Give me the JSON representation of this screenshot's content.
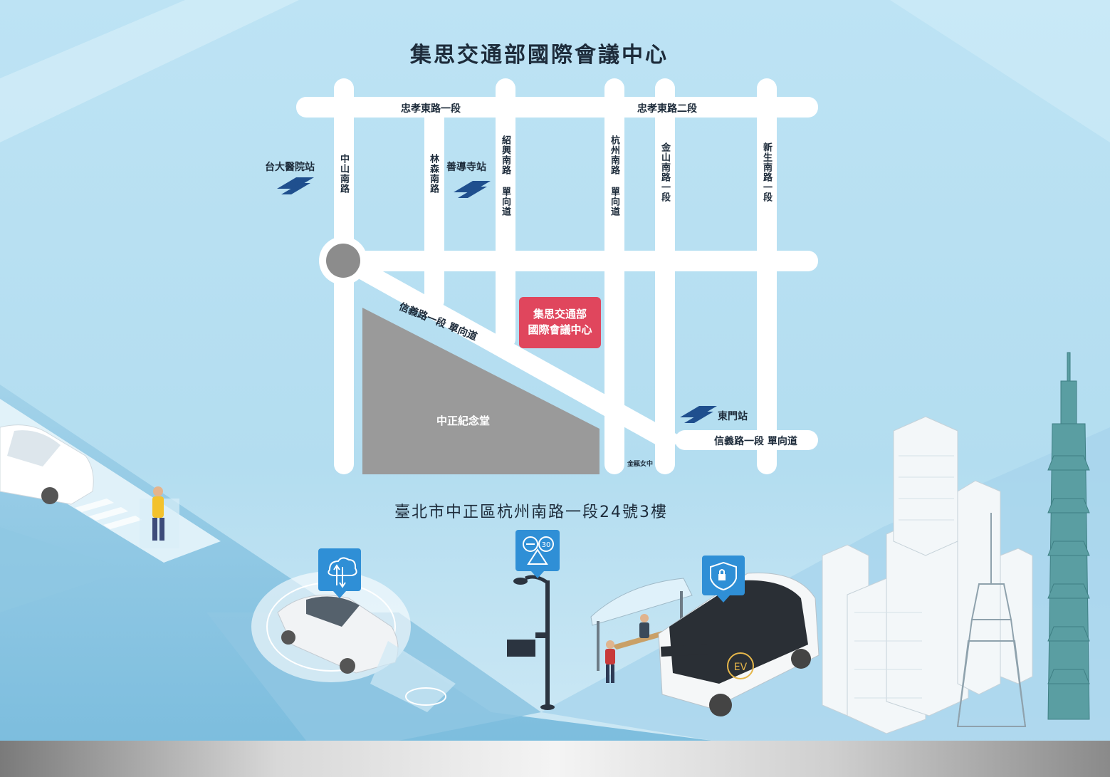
{
  "title": "集思交通部國際會議中心",
  "address": "臺北市中正區杭州南路一段24號3樓",
  "venue_marker": {
    "line1": "集思交通部",
    "line2": "國際會議中心"
  },
  "roads": {
    "zhongxiao_1": "忠孝東路一段",
    "zhongxiao_2": "忠孝東路二段",
    "zhongshan_s": "中山南路",
    "linsen_s": "林森南路",
    "shaoxing_s": "紹興南路 單向道",
    "hangzhou_s": "杭州南路 單向道",
    "jinshan_s": "金山南路一段",
    "xinsheng_s": "新生南路一段",
    "xinyi_diag": "信義路一段 單向道",
    "xinyi_lower": "信義路一段 單向道"
  },
  "stations": {
    "ntuh": "台大醫院站",
    "shandao": "善導寺站",
    "dongmen": "東門站"
  },
  "landmarks": {
    "cks": "中正紀念堂",
    "school": "金甌女中"
  },
  "icons": [
    "mrt-logo-icon",
    "cloud-sync-icon",
    "speed-limit-30-icon",
    "shield-lock-icon",
    "ev-bus-icon",
    "taipei-101-icon"
  ],
  "colors": {
    "sky": "#c9e6f3",
    "road": "#ffffff",
    "cks_block": "#9a9a9a",
    "marker": "#e0465d",
    "mrt_logo": "#1f4f8e",
    "icon_bubble": "#2f8fd6",
    "text": "#1d2b3a"
  }
}
